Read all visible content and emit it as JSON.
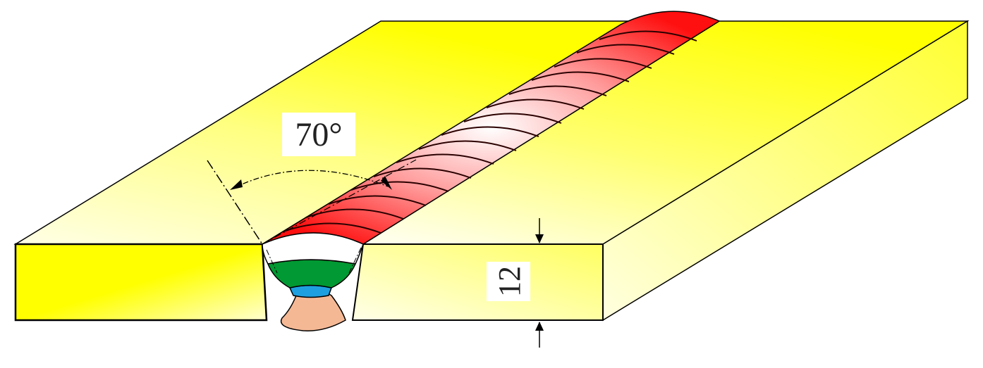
{
  "diagram": {
    "type": "weld-joint-isometric",
    "labels": {
      "groove_angle": "70°",
      "plate_thickness": "12"
    },
    "components": [
      {
        "name": "left-plate",
        "color": "#ffff00"
      },
      {
        "name": "right-plate",
        "color": "#ffff00"
      },
      {
        "name": "weld-bead-cap",
        "color": "#ff1a1a"
      },
      {
        "name": "weld-layer-1-cap-section",
        "color": "#ffffff"
      },
      {
        "name": "weld-layer-2-fill",
        "color": "#009933"
      },
      {
        "name": "weld-layer-3-hot-pass",
        "color": "#1ea0e0"
      },
      {
        "name": "weld-layer-4-root",
        "color": "#f5b895"
      }
    ],
    "colors": {
      "plate": "#ffff00",
      "plate_highlight": "#ffffe0",
      "bead": "#ff1a1a",
      "outline": "#000000"
    }
  }
}
